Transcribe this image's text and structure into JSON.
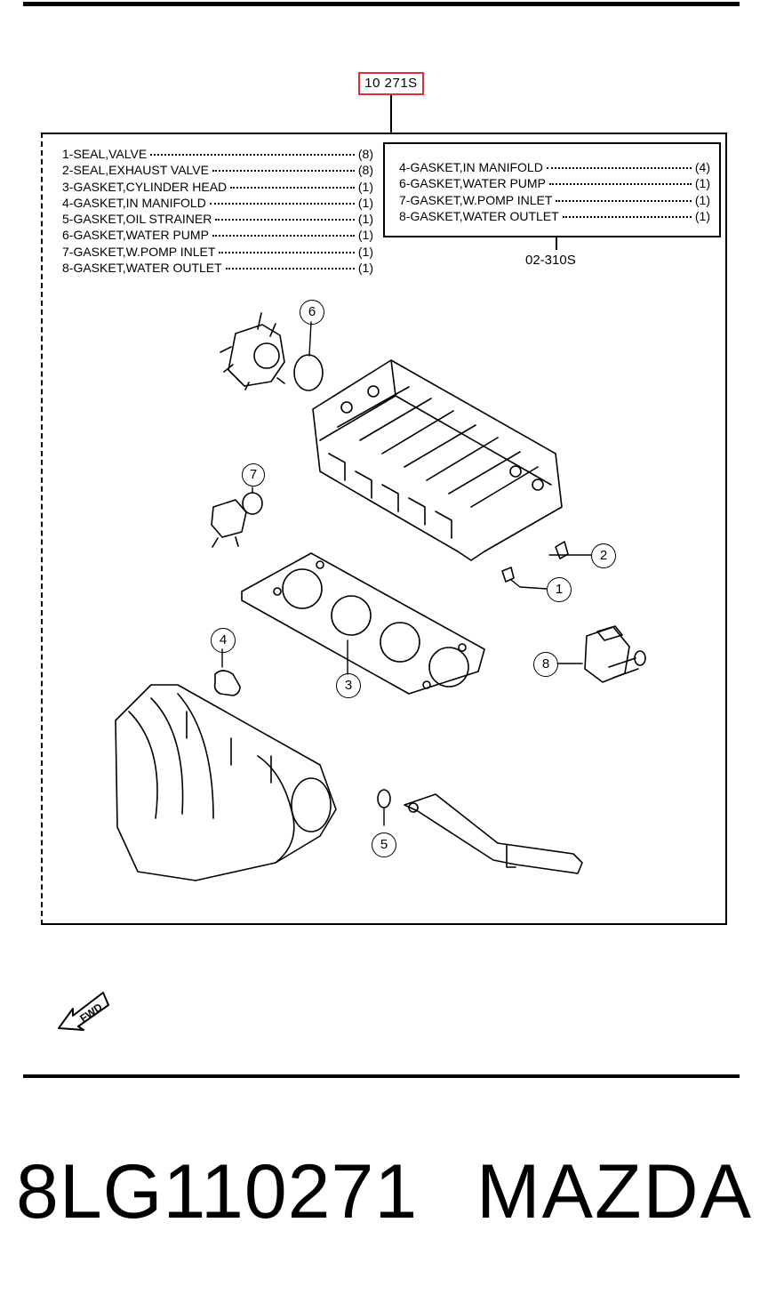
{
  "kit_ref": "10 271S",
  "main_list": [
    {
      "label": "1-SEAL,VALVE",
      "qty": "(8)"
    },
    {
      "label": "2-SEAL,EXHAUST VALVE",
      "qty": "(8)"
    },
    {
      "label": "3-GASKET,CYLINDER HEAD",
      "qty": "(1)"
    },
    {
      "label": "4-GASKET,IN MANIFOLD",
      "qty": "(1)"
    },
    {
      "label": "5-GASKET,OIL STRAINER",
      "qty": "(1)"
    },
    {
      "label": "6-GASKET,WATER PUMP",
      "qty": "(1)"
    },
    {
      "label": "7-GASKET,W.POMP INLET",
      "qty": "(1)"
    },
    {
      "label": "8-GASKET,WATER OUTLET",
      "qty": "(1)"
    }
  ],
  "sub_kit": {
    "code": "02-310S",
    "items": [
      {
        "label": "4-GASKET,IN MANIFOLD",
        "qty": "(4)"
      },
      {
        "label": "6-GASKET,WATER PUMP",
        "qty": "(1)"
      },
      {
        "label": "7-GASKET,W.POMP INLET",
        "qty": "(1)"
      },
      {
        "label": "8-GASKET,WATER OUTLET",
        "qty": "(1)"
      }
    ]
  },
  "callouts": [
    "1",
    "2",
    "3",
    "4",
    "5",
    "6",
    "7",
    "8"
  ],
  "fwd_label": "FWD",
  "footer": {
    "part_number": "8LG110271",
    "brand": "MAZDA"
  },
  "colors": {
    "highlight": "#e0303a",
    "ink": "#000000"
  }
}
